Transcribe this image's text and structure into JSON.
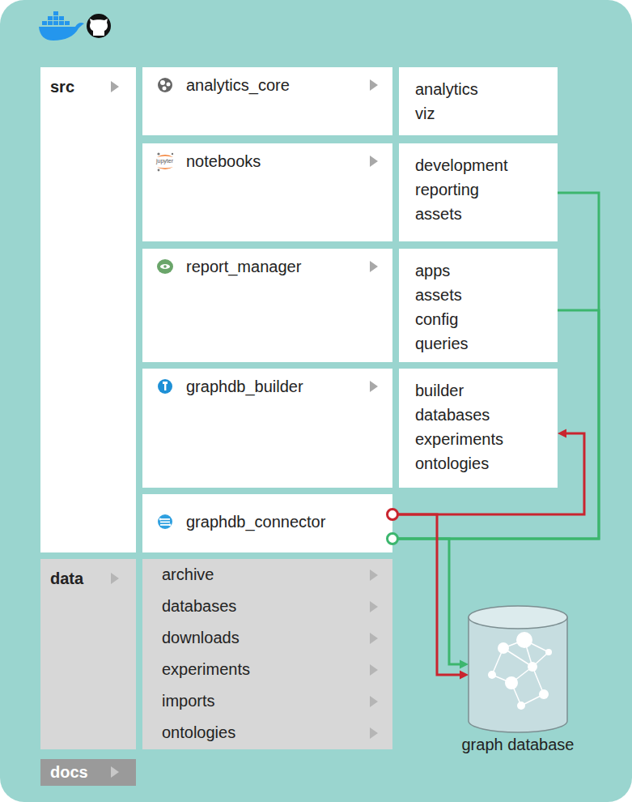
{
  "diagram": {
    "nodes": [
      {
        "text": [
          "src"
        ]
      },
      {
        "text": [
          "analytics_core"
        ]
      },
      {
        "text": [
          "analytics",
          "viz"
        ]
      },
      {
        "text": [
          "notebooks"
        ]
      },
      {
        "text": [
          "development",
          "reporting",
          "assets"
        ]
      },
      {
        "text": [
          "report_manager"
        ]
      },
      {
        "text": [
          "apps",
          "assets",
          "config",
          "queries"
        ]
      },
      {
        "text": [
          "graphdb_builder"
        ]
      },
      {
        "text": [
          "builder",
          "databases",
          "experiments",
          "ontologies"
        ]
      },
      {
        "text": [
          "graphdb_connector"
        ]
      },
      {
        "text": [
          "data"
        ]
      },
      {
        "text": [
          "archive",
          "databases",
          "downloads",
          "experiments",
          "imports",
          "ontologies"
        ]
      },
      {
        "text": [
          "docs"
        ]
      },
      {
        "text": [
          "graph database"
        ]
      }
    ],
    "edges": [
      {
        "from": 4,
        "to": 9,
        "arrow": "none"
      },
      {
        "from": 6,
        "to": 9,
        "arrow": "none"
      },
      {
        "from": 9,
        "to": 8,
        "arrow": "to"
      },
      {
        "from": 9,
        "to": 13,
        "arrow": "to"
      },
      {
        "from": 9,
        "to": 13,
        "arrow": "to"
      }
    ],
    "labels": [
      "jupyter"
    ]
  }
}
